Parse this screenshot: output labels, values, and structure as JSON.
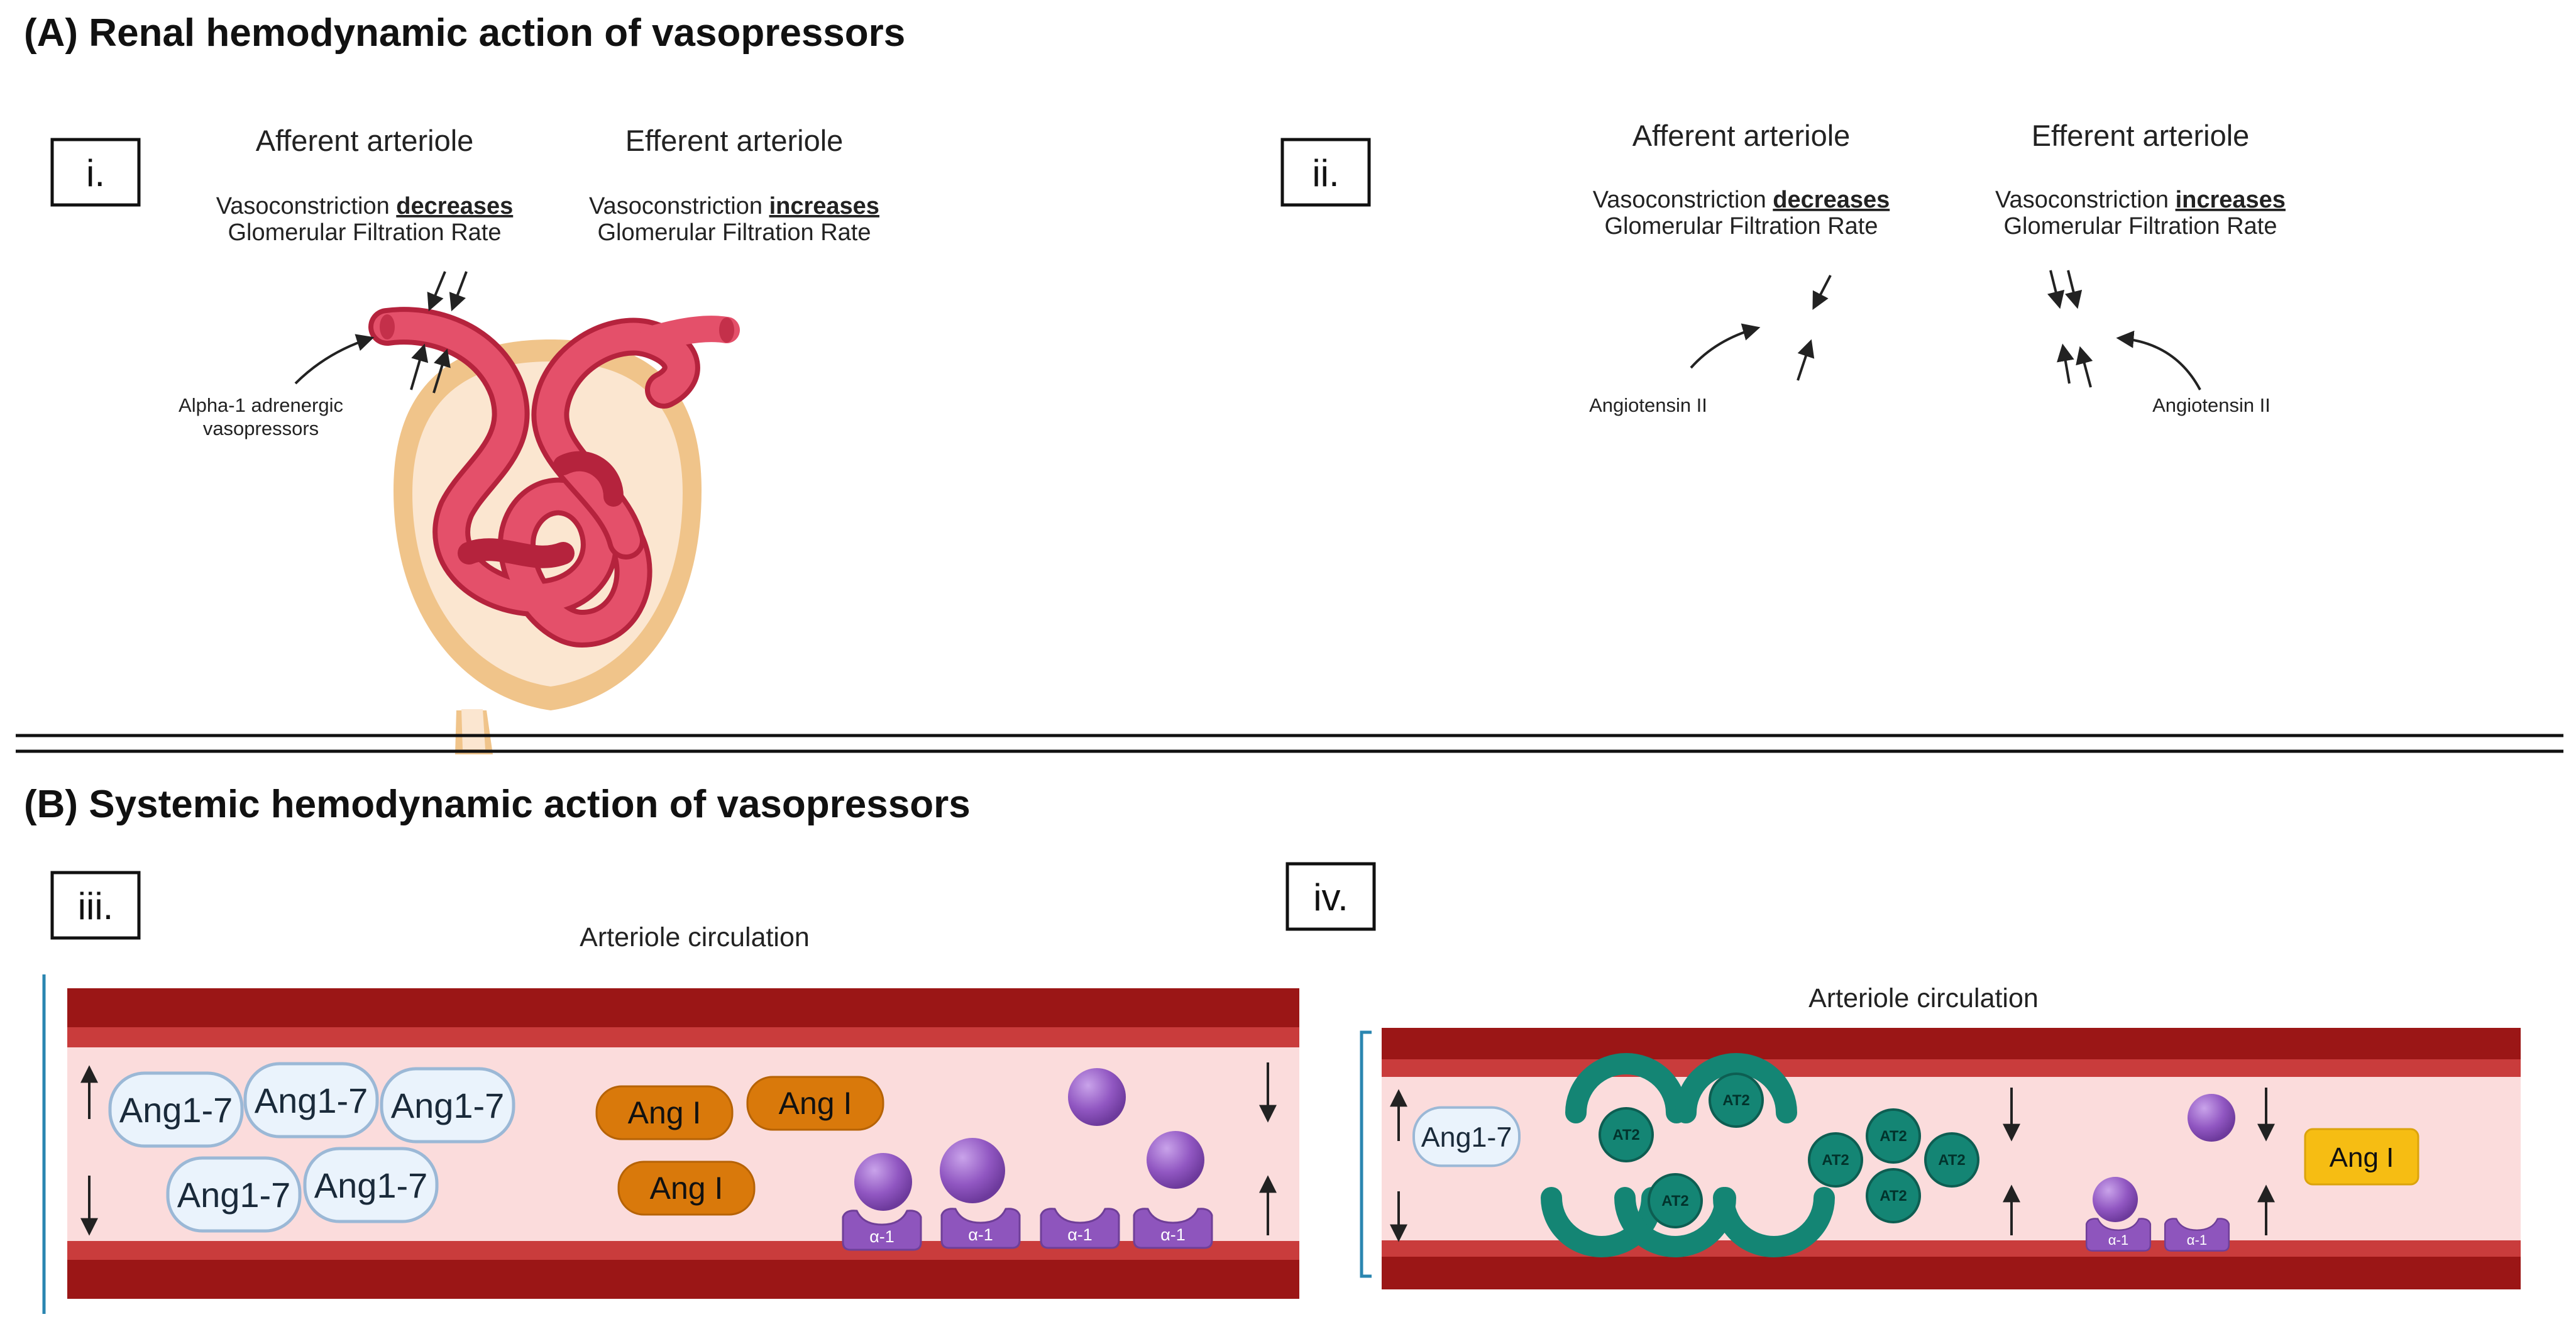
{
  "section_a": {
    "title": "(A) Renal hemodynamic action of vasopressors"
  },
  "section_b": {
    "title": "(B) Systemic hemodynamic action of vasopressors"
  },
  "panel_i": {
    "label": "i.",
    "afferent": {
      "heading": "Afferent arteriole",
      "line1_pre": "Vasoconstriction ",
      "line1_bold": "decreases",
      "line2": "Glomerular Filtration Rate"
    },
    "efferent": {
      "heading": "Efferent arteriole",
      "line1_pre": "Vasoconstriction ",
      "line1_bold": "increases",
      "line2": "Glomerular Filtration Rate"
    },
    "agent_line1": "Alpha-1 adrenergic",
    "agent_line2": "vasopressors"
  },
  "panel_ii": {
    "label": "ii.",
    "afferent": {
      "heading": "Afferent arteriole",
      "line1_pre": "Vasoconstriction ",
      "line1_bold": "decreases",
      "line2": "Glomerular Filtration Rate"
    },
    "efferent": {
      "heading": "Efferent arteriole",
      "line1_pre": "Vasoconstriction ",
      "line1_bold": "increases",
      "line2": "Glomerular Filtration Rate"
    },
    "agent_left": "Angiotensin II",
    "agent_right": "Angiotensin II"
  },
  "panel_iii": {
    "label": "iii.",
    "caption": "Arteriole circulation",
    "ang17": "Ang1-7",
    "ang1": "Ang I",
    "alpha1": "α-1"
  },
  "panel_iv": {
    "label": "iv.",
    "caption": "Arteriole circulation",
    "ang17": "Ang1-7",
    "ang1": "Ang I",
    "at2": "AT2",
    "alpha1": "α-1"
  },
  "colors": {
    "vessel_dark": "#9b1616",
    "vessel_mid": "#c93c3c",
    "lumen": "#fbdcdc",
    "capillary": "#e4506a",
    "capillary_dark": "#b5233d",
    "capsule_outer": "#f0c48a",
    "capsule_inner": "#fbe6d0",
    "ang1_orange": "#d9790b",
    "ang1_yellow": "#f6bd13",
    "alpha_purple": "#9157c2",
    "at2_teal": "#148574",
    "ang17_fill": "#eaf3fc",
    "ang17_stroke": "#9bb8d6",
    "bracket_blue": "#2a86b0"
  }
}
